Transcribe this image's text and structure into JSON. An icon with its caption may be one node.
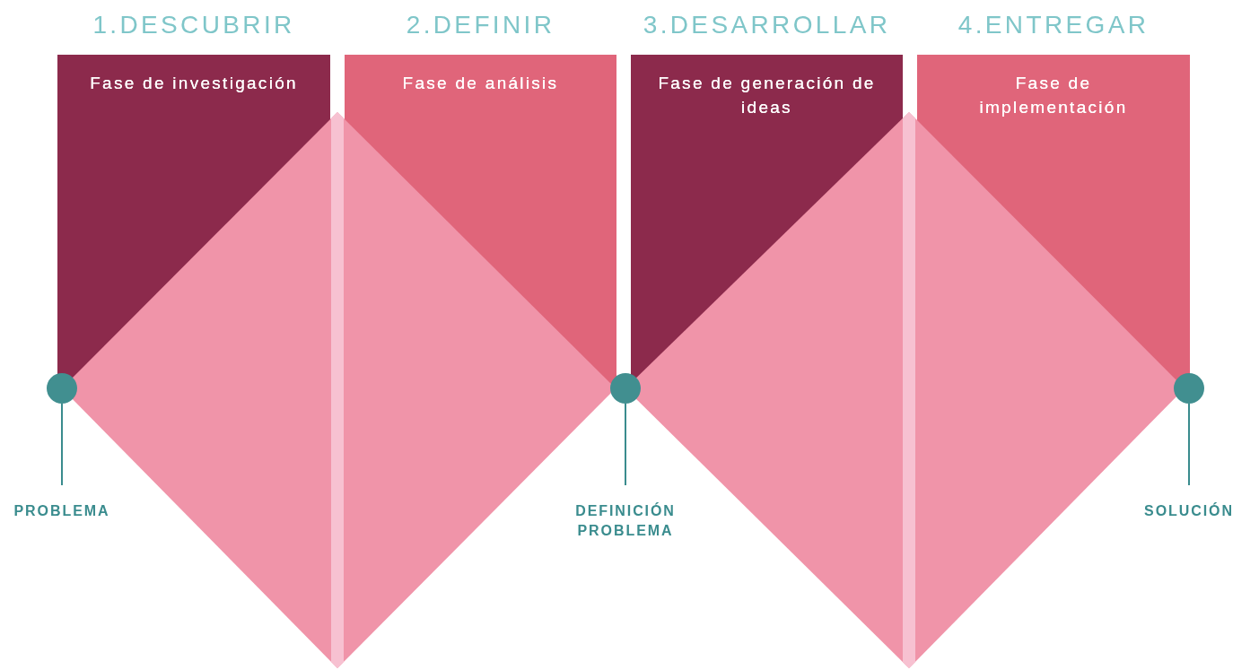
{
  "diagram": {
    "nodes": [
      {
        "text": [
          "1.DESCUBRIR",
          "Fase de investigación"
        ]
      },
      {
        "text": [
          "2.DEFINIR",
          "Fase de análisis"
        ]
      },
      {
        "text": [
          "3.DESARROLLAR",
          "Fase de generación de ideas"
        ]
      },
      {
        "text": [
          "4.ENTREGAR",
          "Fase de implementación"
        ]
      },
      {
        "text": [],
        "shape": "circle"
      },
      {
        "text": [],
        "shape": "circle"
      },
      {
        "text": [],
        "shape": "circle"
      },
      {
        "text": [
          "PROBLEMA"
        ]
      },
      {
        "text": [
          "DEFINICIÓN PROBLEMA"
        ]
      },
      {
        "text": [
          "SOLUCIÓN"
        ]
      }
    ],
    "edges": [
      {
        "from": 7,
        "to": 4,
        "arrow": "none"
      },
      {
        "from": 8,
        "to": 5,
        "arrow": "none"
      },
      {
        "from": 9,
        "to": 6,
        "arrow": "none"
      }
    ]
  }
}
